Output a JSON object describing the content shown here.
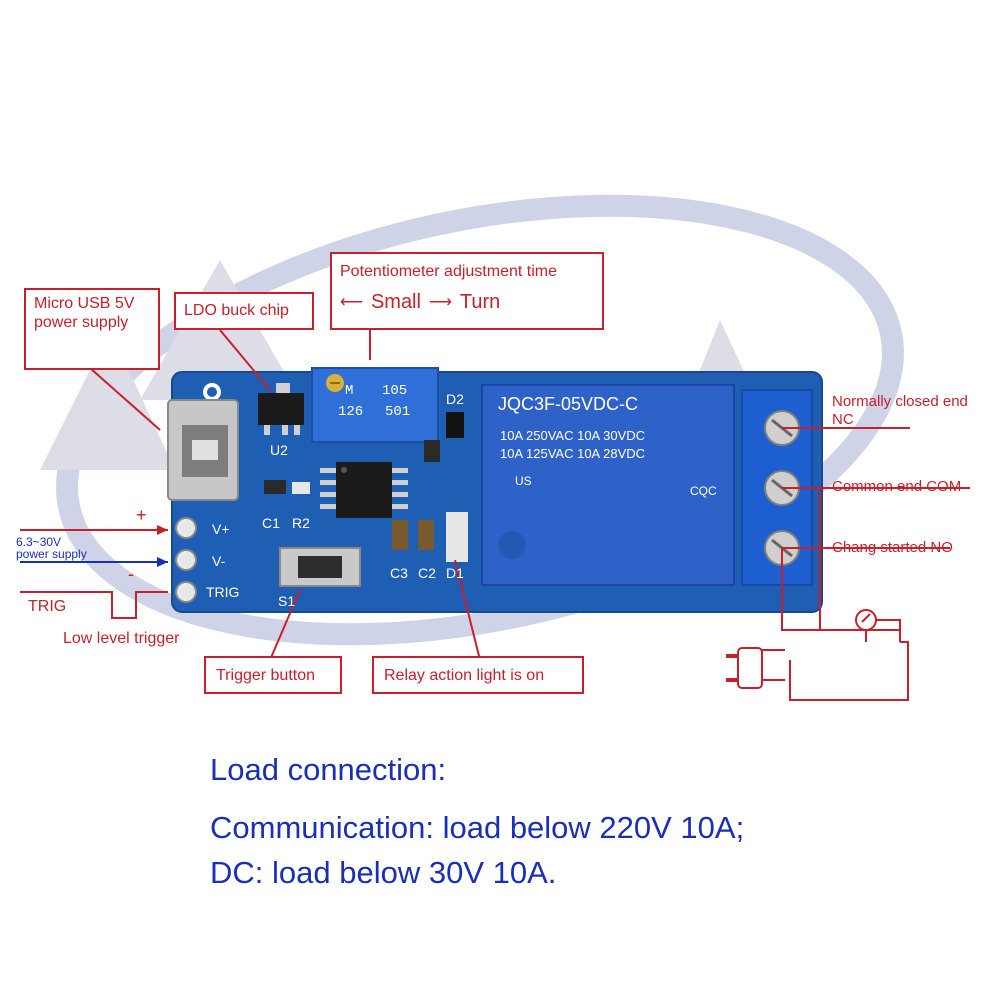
{
  "callouts": {
    "micro_usb": "Micro USB 5V power supply",
    "ldo": "LDO buck chip",
    "pot_title": "Potentiometer adjustment time",
    "pot_small": "Small",
    "pot_turn": "Turn",
    "trigger_button": "Trigger button",
    "relay_light": "Relay action light is on"
  },
  "terminals": {
    "nc": "Normally closed end NC",
    "com": "Common end COM",
    "no": "Chang started NO"
  },
  "left_labels": {
    "voltage": "6.3~30V",
    "power_supply": "power supply",
    "plus": "+",
    "minus": "-",
    "trig": "TRIG",
    "low_trigger": "Low level trigger"
  },
  "board": {
    "pin_vplus": "V+",
    "pin_vminus": "V-",
    "pin_trig": "TRIG",
    "u2": "U2",
    "c1": "C1",
    "r2": "R2",
    "c3": "C3",
    "c2": "C2",
    "d1": "D1",
    "d2": "D2",
    "s1": "S1",
    "pot_code1": "105",
    "pot_code2": "M",
    "pot_code3": "126",
    "pot_code4": "501",
    "relay_model": "JQC3F-05VDC-C",
    "relay_r1": "10A 250VAC 10A 30VDC",
    "relay_r2": "10A 125VAC 10A 28VDC",
    "relay_us": "US",
    "relay_cqc": "CQC"
  },
  "bottom_text": {
    "line1": "Load connection:",
    "line2": "Communication: load below 220V 10A;",
    "line3": "DC: load below 30V 10A."
  },
  "colors": {
    "callout_red": "#c8202a",
    "text_blue": "#1a2fb8",
    "pcb_blue": "#1e5fb4",
    "relay_blue": "#2f62c9",
    "terminal_blue": "#1d5fd0"
  }
}
